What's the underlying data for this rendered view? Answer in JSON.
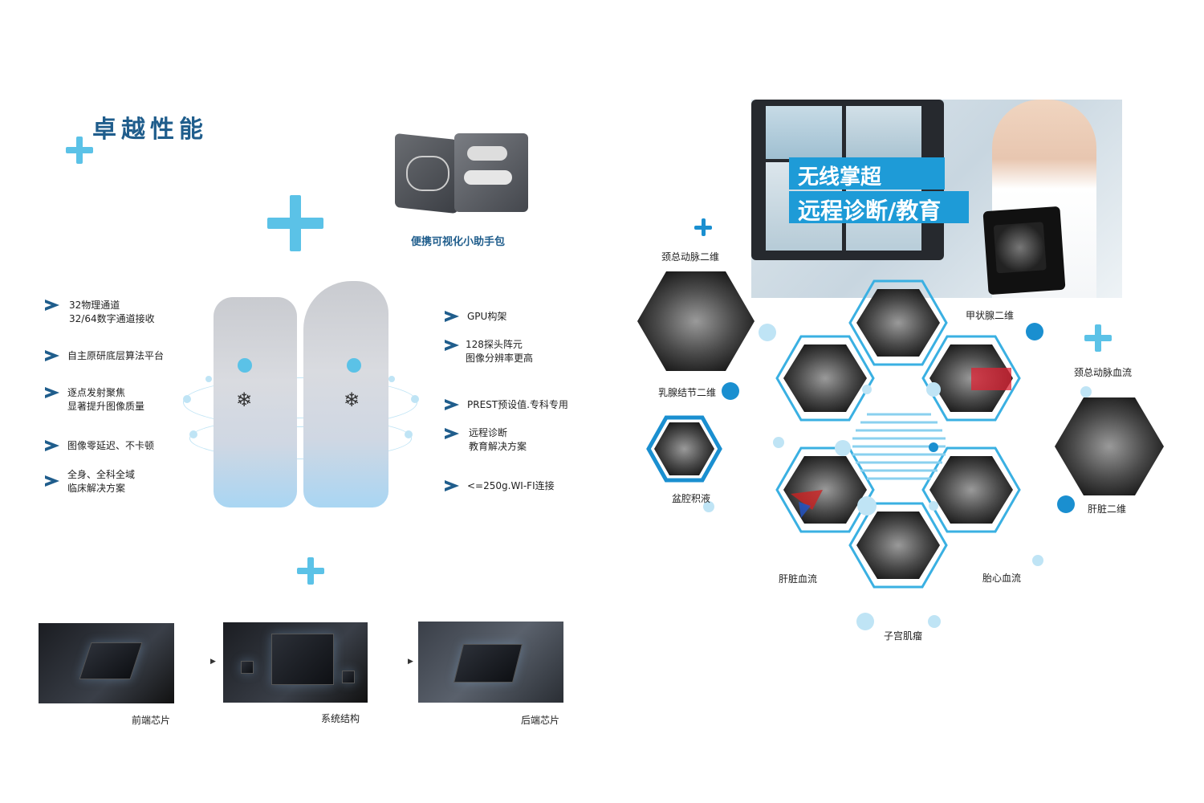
{
  "left": {
    "title": "卓越性能",
    "bag_caption": "便携可视化小助手包",
    "features_left": [
      {
        "line1": "32物理通道",
        "line2": "32/64数字通道接收"
      },
      {
        "line1": "自主原研底层算法平台",
        "line2": ""
      },
      {
        "line1": "逐点发射聚焦",
        "line2": "显著提升图像质量"
      },
      {
        "line1": "图像零延迟、不卡顿",
        "line2": ""
      },
      {
        "line1": "全身、全科全域",
        "line2": "临床解决方案"
      }
    ],
    "features_right": [
      {
        "line1": "GPU构架",
        "line2": ""
      },
      {
        "line1": "128探头阵元",
        "line2": "图像分辨率更高"
      },
      {
        "line1": "PREST预设值.专科专用",
        "line2": ""
      },
      {
        "line1": "远程诊断",
        "line2": "教育解决方案"
      },
      {
        "line1": "<=250g.WI-FI连接",
        "line2": ""
      }
    ],
    "chips": [
      "前端芯片",
      "系统结构",
      "后端芯片"
    ],
    "snowflake_icon": "❄"
  },
  "right": {
    "banner_line1": "无线掌超",
    "banner_line2": "远程诊断/教育",
    "hex_labels": {
      "carotid_2d": "颈总动脉二维",
      "thyroid_2d": "甲状腺二维",
      "breast_nodule": "乳腺结节二维",
      "carotid_flow": "颈总动脉血流",
      "pelvic_fluid": "盆腔积液",
      "liver_2d": "肝脏二维",
      "liver_flow": "肝脏血流",
      "fetal_heart": "胎心血流",
      "uterine_fibroid": "子宫肌瘤"
    }
  },
  "colors": {
    "accent": "#5bc2e7",
    "title": "#1f5d8c",
    "hexline": "#3ab0e2"
  }
}
